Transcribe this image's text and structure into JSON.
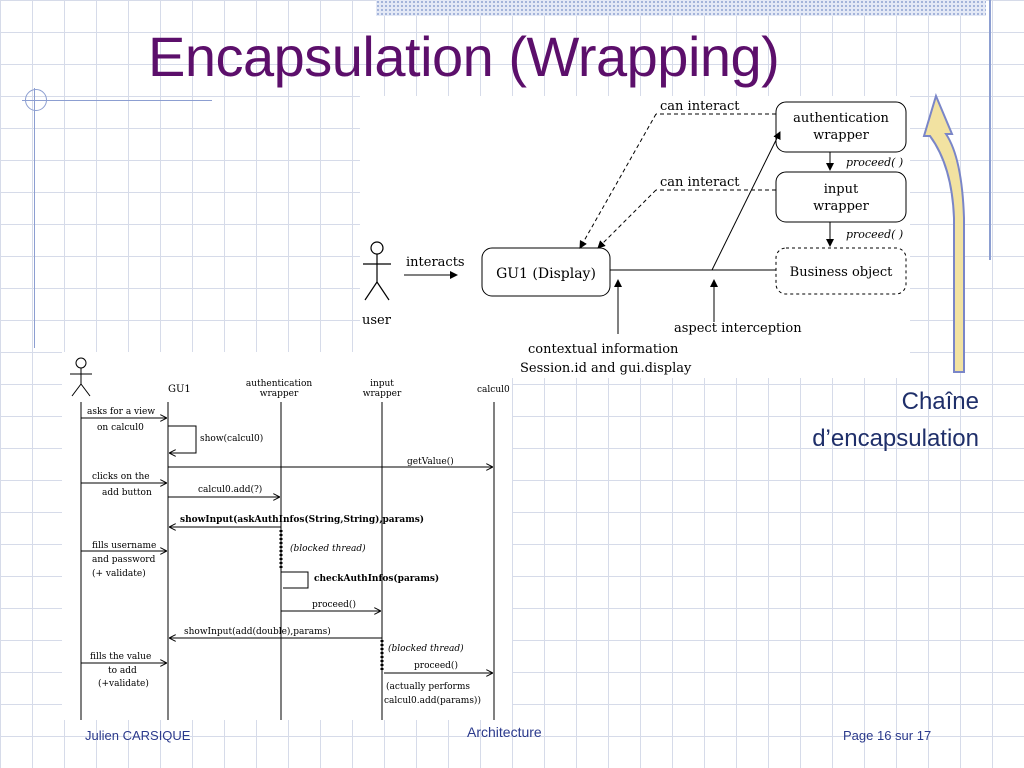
{
  "slide": {
    "title": "Encapsulation (Wrapping)",
    "chain_label_line1": "Chaîne",
    "chain_label_line2": "d’encapsulation"
  },
  "diagram": {
    "actor": "user",
    "interacts": "interacts",
    "gui": "GU1 (Display)",
    "auth_line1": "authentication",
    "auth_line2": "wrapper",
    "input_line1": "input",
    "input_line2": "wrapper",
    "business": "Business object",
    "can_interact_1": "can interact",
    "can_interact_2": "can interact",
    "proceed_1": "proceed( )",
    "proceed_2": "proceed( )",
    "aspect": "aspect interception",
    "context_line1": "contextual information",
    "context_line2": "Session.id and gui.display"
  },
  "sequence": {
    "lifelines": [
      "GU1",
      "authentication",
      "wrapper",
      "input",
      "wrapper",
      "calcul0"
    ],
    "m1a": "asks for a view",
    "m1b": "on calcul0",
    "m2": "show(calcul0)",
    "m3": "getValue()",
    "m4a": "clicks on the",
    "m4b": "add button",
    "m5": "calcul0.add(?)",
    "m6": "showInput(askAuthInfos(String,String),params)",
    "m7a": "fills username",
    "m7b": "and password",
    "m7c": "(+ validate)",
    "m8": "(blocked thread)",
    "m9": "checkAuthInfos(params)",
    "m10": "proceed()",
    "m11": "showInput(add(double),params)",
    "m12": "(blocked thread)",
    "m13a": "fills the value",
    "m13b": "to add",
    "m13c": "(+validate)",
    "m14": "proceed()",
    "m15a": "(actually performs",
    "m15b": "calcul0.add(params))"
  },
  "footer": {
    "author": "Julien CARSIQUE",
    "section": "Architecture",
    "page": "Page 16 sur 17"
  },
  "colors": {
    "title": "#5c0f6b",
    "footer": "#2b3a8c",
    "arrow_fill": "#f2e2a1",
    "arrow_stroke": "#7a86c8"
  }
}
